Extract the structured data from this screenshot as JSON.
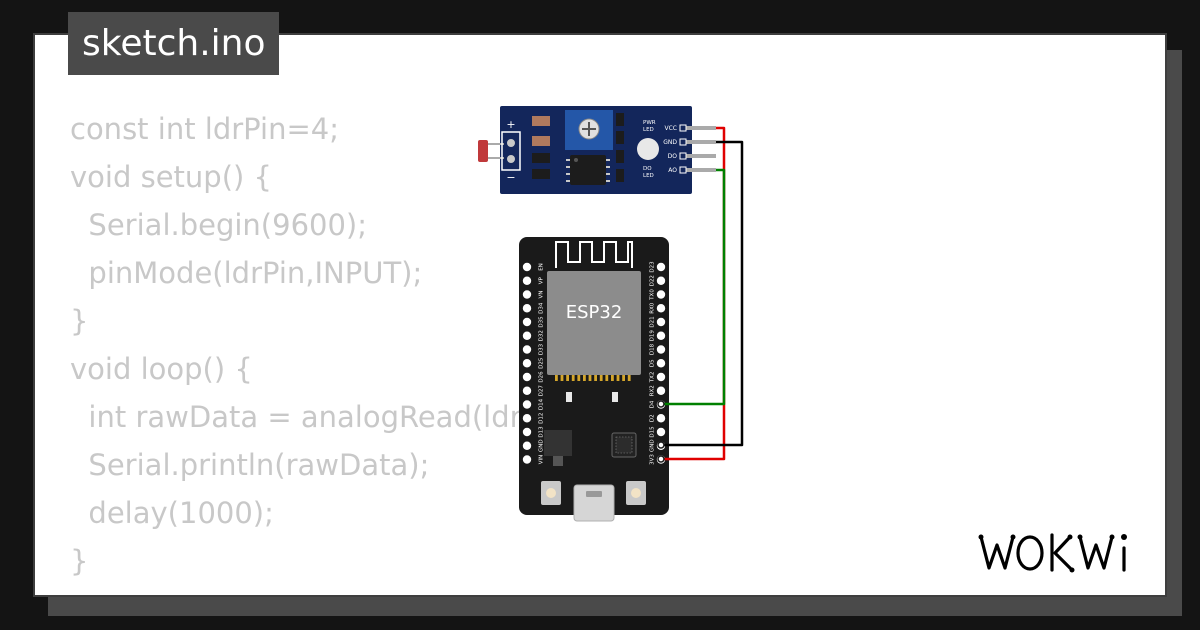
{
  "header": {
    "filename": "sketch.ino"
  },
  "code_lines": [
    "const int ldrPin=4;",
    "void setup() {",
    "  Serial.begin(9600);",
    "  pinMode(ldrPin,INPUT);",
    "}",
    "void loop() {",
    "  int rawData = analogRead(ldrPin);",
    "  Serial.println(rawData);",
    "  delay(1000);",
    "}"
  ],
  "ldr_module": {
    "plus": "+",
    "minus": "−",
    "pwr_led": "PWR\nLED",
    "do_led": "DO\nLED",
    "pins": [
      "VCC",
      "GND",
      "DO",
      "AO"
    ]
  },
  "esp32": {
    "chip_label": "ESP32",
    "left_pins": [
      "EN",
      "VP",
      "VN",
      "D34",
      "D35",
      "D32",
      "D33",
      "D25",
      "D26",
      "D27",
      "D14",
      "D12",
      "D13",
      "GND",
      "VIN"
    ],
    "right_pins": [
      "D23",
      "D22",
      "TX0",
      "RX0",
      "D21",
      "D19",
      "D18",
      "D5",
      "TX2",
      "RX2",
      "D4",
      "D2",
      "D15",
      "GND",
      "3V3"
    ]
  },
  "wires": {
    "vcc_to_3v3": "#e00000",
    "gnd_to_gnd": "#000000",
    "ao_to_d4": "#008000"
  },
  "brand": {
    "logo_text": "WOKWi"
  }
}
